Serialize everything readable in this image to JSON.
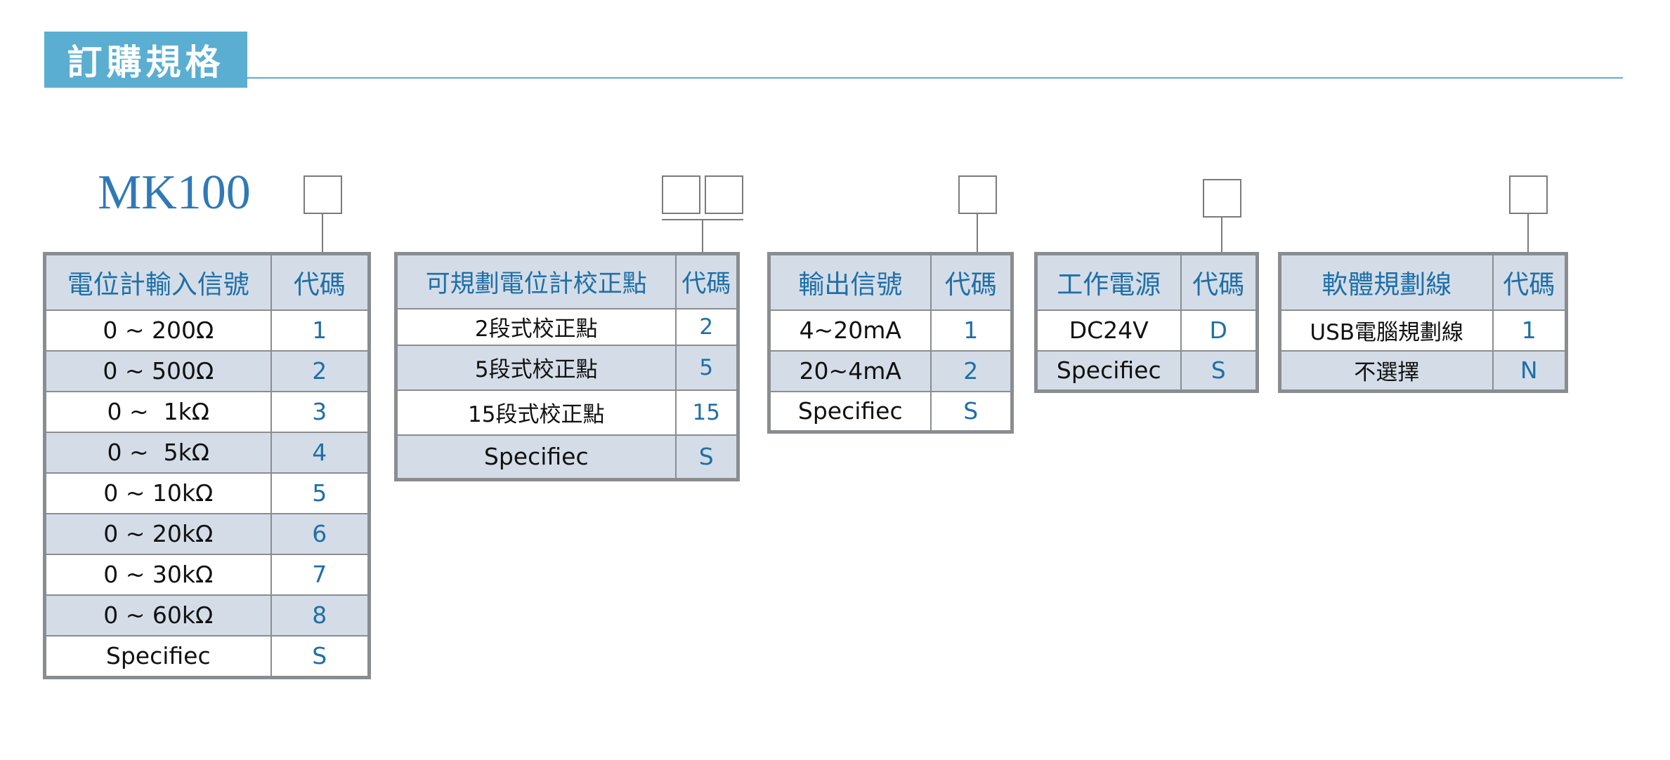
{
  "header": {
    "title": "訂購規格"
  },
  "model": "MK100",
  "tables": {
    "pot": {
      "col1": "電位計輸入信號",
      "col2": "代碼",
      "rows": [
        {
          "v": "0 ~ 200Ω",
          "c": "1"
        },
        {
          "v": "0 ~ 500Ω",
          "c": "2"
        },
        {
          "v": "0 ~  1kΩ",
          "c": "3"
        },
        {
          "v": "0 ~  5kΩ",
          "c": "4"
        },
        {
          "v": "0 ~ 10kΩ",
          "c": "5"
        },
        {
          "v": "0 ~ 20kΩ",
          "c": "6"
        },
        {
          "v": "0 ~ 30kΩ",
          "c": "7"
        },
        {
          "v": "0 ~ 60kΩ",
          "c": "8"
        },
        {
          "v": "Specifiec",
          "c": "S"
        }
      ]
    },
    "cal": {
      "col1": "可規劃電位計校正點",
      "col2": "代碼",
      "rows": [
        {
          "v": "2段式校正點",
          "c": "2"
        },
        {
          "v": "5段式校正點",
          "c": "5"
        },
        {
          "v": "15段式校正點",
          "c": "15"
        },
        {
          "v": "Specifiec",
          "c": "S"
        }
      ]
    },
    "out": {
      "col1": "輸出信號",
      "col2": "代碼",
      "rows": [
        {
          "v": "4~20mA",
          "c": "1"
        },
        {
          "v": "20~4mA",
          "c": "2"
        },
        {
          "v": "Specifiec",
          "c": "S"
        }
      ]
    },
    "power": {
      "col1": "工作電源",
      "col2": "代碼",
      "rows": [
        {
          "v": "DC24V",
          "c": "D"
        },
        {
          "v": "Specifiec",
          "c": "S"
        }
      ]
    },
    "sw": {
      "col1": "軟體規劃線",
      "col2": "代碼",
      "rows": [
        {
          "v": "USB電腦規劃線",
          "c": "1"
        },
        {
          "v": "不選擇",
          "c": "N"
        }
      ]
    }
  }
}
